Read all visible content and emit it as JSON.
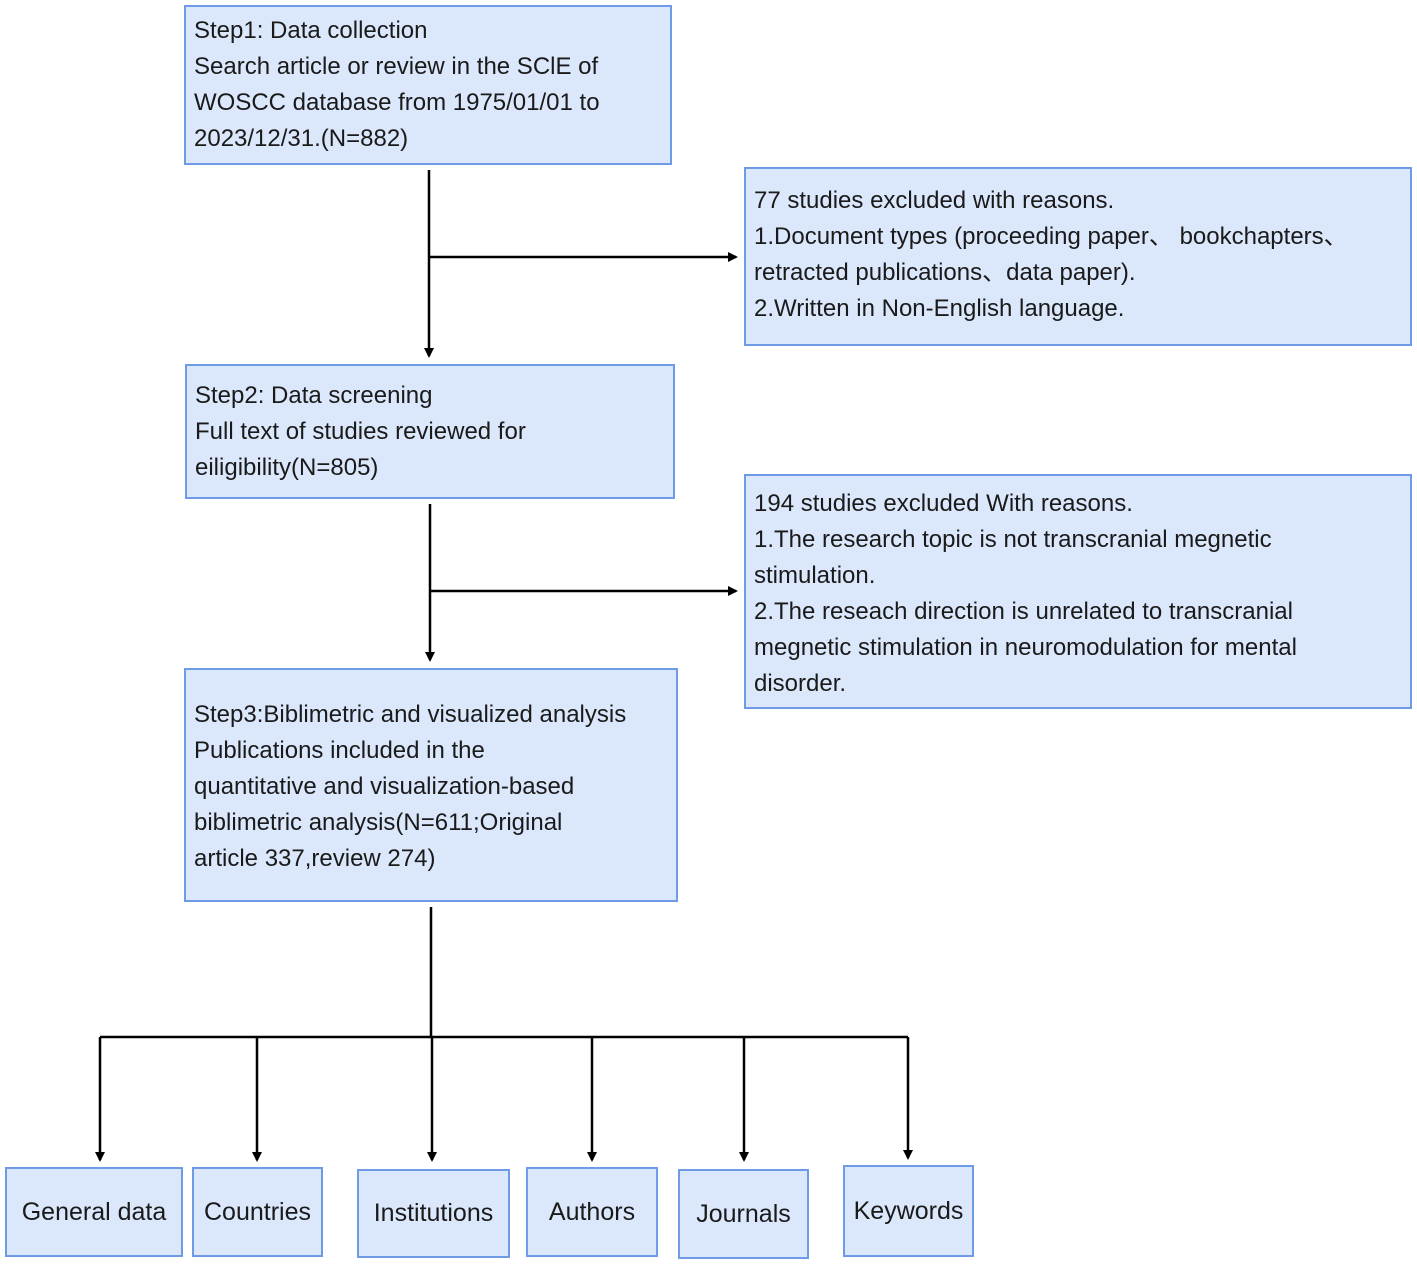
{
  "step1": {
    "title": "Step1: Data collection",
    "lines": [
      "Search article or review in the SClE of",
      "WOSCC database from 1975/01/01 to",
      "2023/12/31.(N=882)"
    ]
  },
  "exclusion1": {
    "lines": [
      "77 studies excluded with reasons.",
      "1.Document types (proceeding paper、 bookchapters、",
      "retracted publications、data paper).",
      "2.Written in Non-English language."
    ]
  },
  "step2": {
    "title": "Step2: Data screening",
    "lines": [
      "Full text of studies reviewed for",
      "eiligibility(N=805)"
    ]
  },
  "exclusion2": {
    "lines": [
      "194 studies excluded With reasons.",
      "1.The research topic is not transcranial megnetic",
      "stimulation.",
      "2.The reseach direction is unrelated to transcranial",
      "megnetic stimulation in neuromodulation for mental",
      "disorder."
    ]
  },
  "step3": {
    "title": "Step3:Biblimetric and visualized analysis",
    "lines": [
      "Publications included in the",
      "quantitative and visualization-based",
      "biblimetric analysis(N=611;Original",
      "article 337,review 274)"
    ]
  },
  "outputs": [
    {
      "label": "General data"
    },
    {
      "label": "Countries"
    },
    {
      "label": "Institutions"
    },
    {
      "label": "Authors"
    },
    {
      "label": "Journals"
    },
    {
      "label": "Keywords"
    }
  ],
  "colors": {
    "box_fill": "#dbe7fb",
    "box_border": "#6f9be6",
    "connector": "#000000"
  }
}
